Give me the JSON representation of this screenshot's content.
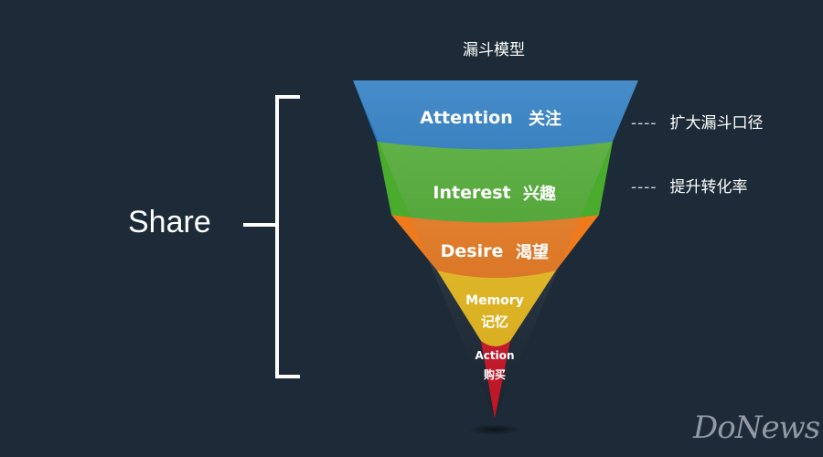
{
  "diagram": {
    "title": "漏斗模型",
    "left_label": "Share",
    "stages": [
      {
        "name": "Attention",
        "cn": "关注",
        "color": "#1e73be"
      },
      {
        "name": "Interest",
        "cn": "兴趣",
        "color": "#4aab2c"
      },
      {
        "name": "Desire",
        "cn": "渴望",
        "color": "#ee7a1c"
      },
      {
        "name": "Memory",
        "cn": "记忆",
        "color": "#f2c21d"
      },
      {
        "name": "Action",
        "cn": "购买",
        "color": "#d8172b"
      }
    ],
    "notes": [
      {
        "dash": "----",
        "text": "扩大漏斗口径"
      },
      {
        "dash": "----",
        "text": "提升转化率"
      }
    ]
  },
  "watermark": "DoNews"
}
